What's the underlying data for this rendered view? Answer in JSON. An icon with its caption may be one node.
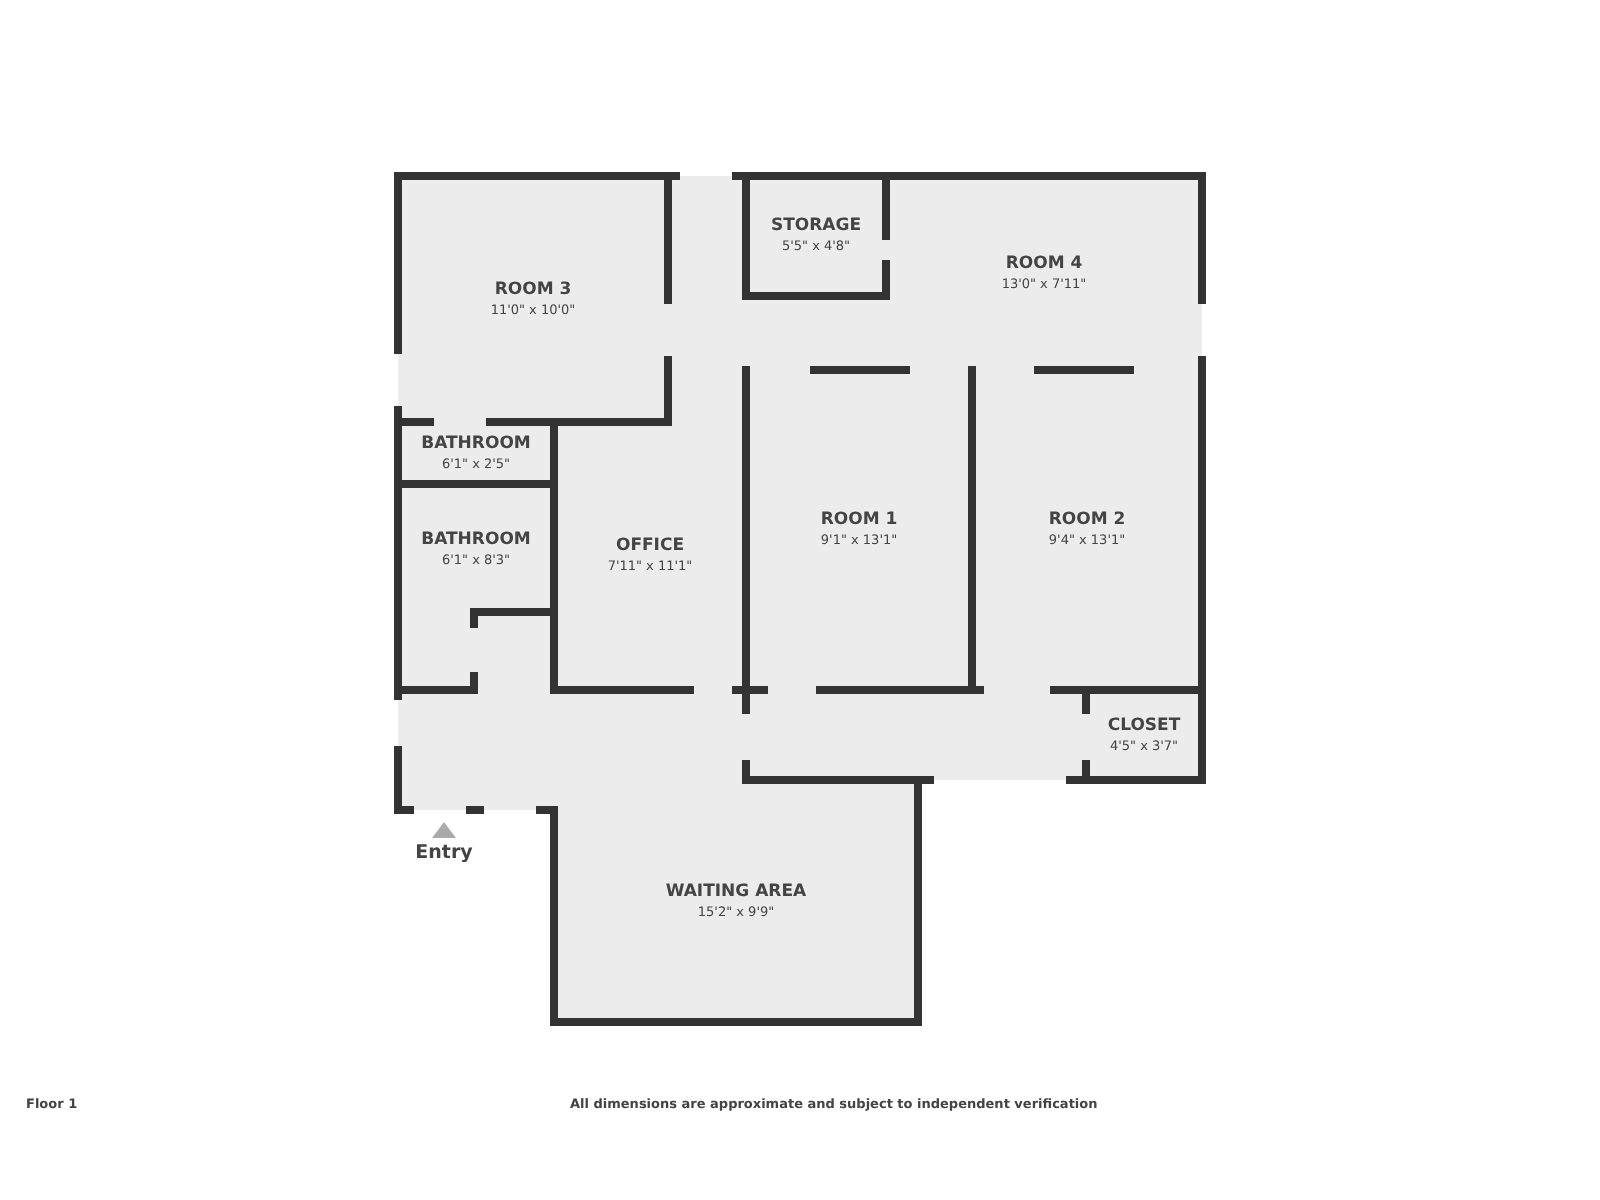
{
  "diagram": {
    "nodes": [
      {
        "text": [
          "ROOM 3",
          "11'0\" x 10'0\""
        ]
      },
      {
        "text": [
          "STORAGE",
          "5'5\" x 4'8\""
        ]
      },
      {
        "text": [
          "ROOM 4",
          "13'0\" x 7'11\""
        ]
      },
      {
        "text": [
          "BATHROOM",
          "6'1\" x 2'5\""
        ]
      },
      {
        "text": [
          "BATHROOM",
          "6'1\" x 8'3\""
        ]
      },
      {
        "text": [
          "OFFICE",
          "7'11\" x 11'1\""
        ]
      },
      {
        "text": [
          "ROOM 1",
          "9'1\" x 13'1\""
        ]
      },
      {
        "text": [
          "ROOM 2",
          "9'4\" x 13'1\""
        ]
      },
      {
        "text": [
          "CLOSET",
          "4'5\" x 3'7\""
        ]
      },
      {
        "text": [
          "WAITING AREA",
          "15'2\" x 9'9\""
        ]
      }
    ],
    "labels": [
      "Entry",
      "Floor 1",
      "All dimensions are approximate and subject to independent verification"
    ]
  }
}
